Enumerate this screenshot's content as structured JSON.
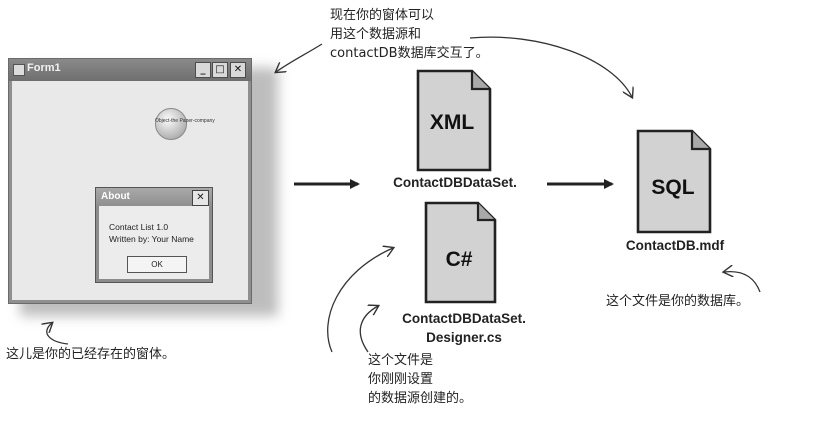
{
  "form1": {
    "title": "Form1",
    "minimize_glyph": "_",
    "maximize_glyph": "□",
    "close_glyph": "✕",
    "company_label": "Object-the Paper-company"
  },
  "about_dialog": {
    "title": "About",
    "close_glyph": "✕",
    "line1": "Contact List 1.0",
    "line2": "Written by:  Your Name",
    "ok_label": "OK"
  },
  "files": {
    "xml": {
      "glyph": "XML",
      "label": "ContactDBDataSet."
    },
    "cs": {
      "glyph": "C#",
      "label_line1": "ContactDBDataSet.",
      "label_line2": "Designer.cs"
    },
    "sql": {
      "glyph": "SQL",
      "label": "ContactDB.mdf"
    }
  },
  "notes": {
    "top": [
      "现在你的窗体可以",
      "用这个数据源和",
      "contactDB数据库交互了。"
    ],
    "bottom_left": "这儿是你的已经存在的窗体。",
    "bottom_middle": [
      "这个文件是",
      "你刚刚设置",
      "的数据源创建的。"
    ],
    "right": "这个文件是你的数据库。"
  }
}
